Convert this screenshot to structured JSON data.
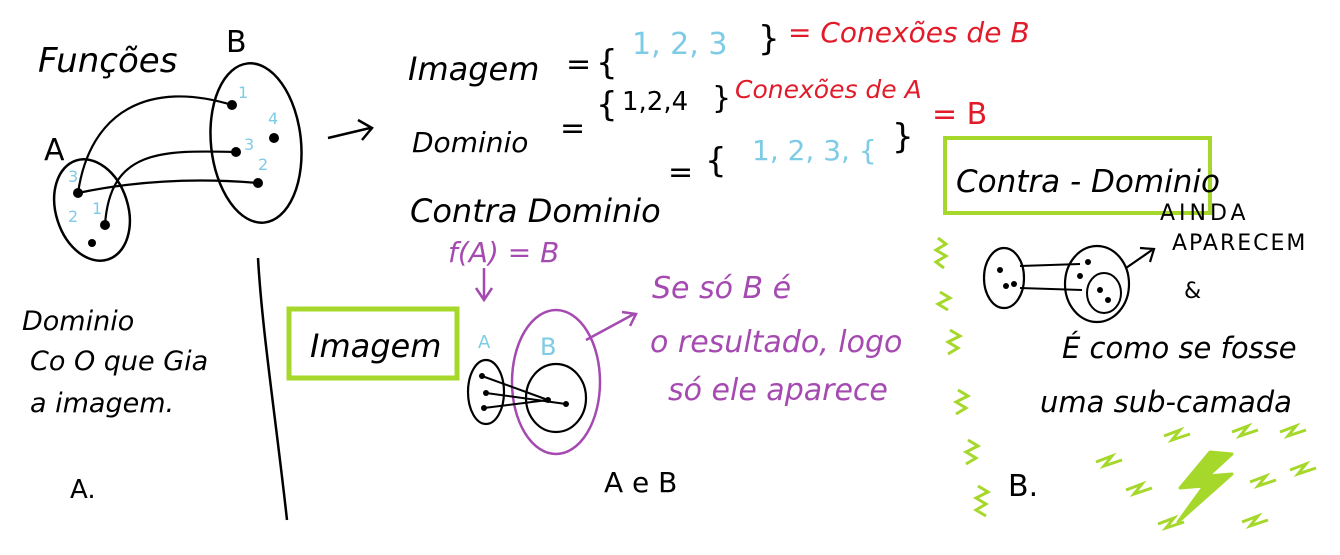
{
  "colors": {
    "ink": "#000000",
    "cyan": "#7ecbe6",
    "red": "#e11b2a",
    "purple": "#a54ab0",
    "lime": "#a6d82c",
    "background": "#ffffff"
  },
  "left_panel": {
    "title": "Funções",
    "set_a_label": "A",
    "set_b_label": "B",
    "set_a_numbers": [
      "3",
      "1",
      "2"
    ],
    "set_b_numbers": [
      "1",
      "4",
      "3",
      "2"
    ],
    "note_line1": "Dominio",
    "note_line2": "Co O que Gia",
    "note_line3": "a imagem.",
    "note_letter": "A."
  },
  "definitions": {
    "imagem": {
      "label": "Imagem",
      "eq": "=",
      "open": "{",
      "values": "1, 2, 3",
      "close": "}",
      "annotation": "= Conexões de B"
    },
    "dominio": {
      "label": "Dominio",
      "eq": "=",
      "open": "{",
      "values": "1,2,4",
      "close": "}",
      "annotation": "Conexões de A"
    },
    "contra_dominio": {
      "label": "Contra Dominio",
      "eq": "=",
      "open": "{",
      "values": "1, 2, 3, {",
      "close": "}",
      "annotation": "= B"
    }
  },
  "middle_panel": {
    "formula": "f(A) = B",
    "boxed_title": "Imagem",
    "set_a_label": "A",
    "set_b_label": "B",
    "note_line1": "Se só B é",
    "note_line2": "o resultado, logo",
    "note_line3": "só ele aparece",
    "bottom": "A e B"
  },
  "right_panel": {
    "boxed_title": "Contra - Dominio",
    "note_upper1": "AINDA",
    "note_upper2": "APARECEM",
    "note_amp": "&",
    "note_lower1": "É como se fosse",
    "note_lower2": "uma sub-camada",
    "bottom_letter": "B."
  }
}
